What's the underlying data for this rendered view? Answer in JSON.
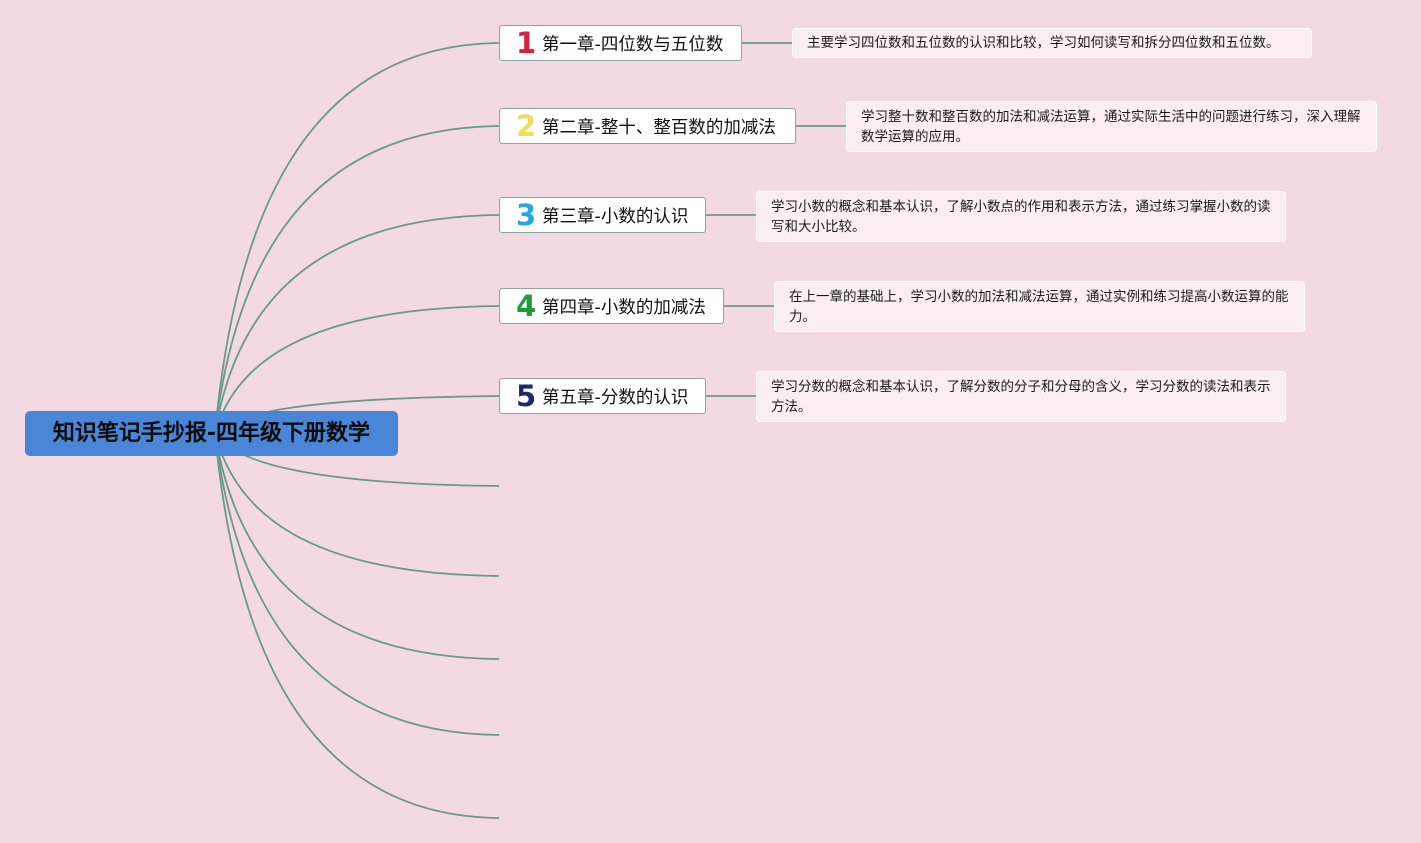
{
  "root": {
    "title": "知识笔记手抄报-四年级下册数学"
  },
  "style": {
    "line_color": "#6a9a8a",
    "root_bg": "#4a86d8",
    "bg": "#f3d9e1"
  },
  "chapters": [
    {
      "num": "1",
      "num_color": "#d4213d",
      "title": "第一章-四位数与五位数",
      "desc": "主要学习四位数和五位数的认识和比较，学习如何读写和拆分四位数和五位数。"
    },
    {
      "num": "2",
      "num_color": "#f2dc5a",
      "title": "第二章-整十、整百数的加减法",
      "desc": "学习整十数和整百数的加法和减法运算，通过实际生活中的问题进行练习，深入理解数学运算的应用。"
    },
    {
      "num": "3",
      "num_color": "#27a7e0",
      "title": "第三章-小数的认识",
      "desc": "学习小数的概念和基本认识，了解小数点的作用和表示方法，通过练习掌握小数的读写和大小比较。"
    },
    {
      "num": "4",
      "num_color": "#1e9c3a",
      "title": "第四章-小数的加减法",
      "desc": "在上一章的基础上，学习小数的加法和减法运算，通过实例和练习提高小数运算的能力。"
    },
    {
      "num": "5",
      "num_color": "#1d2a6e",
      "title": "第五章-分数的认识",
      "desc": "学习分数的概念和基本认识，了解分数的分子和分母的含义，学习分数的读法和表示方法。"
    }
  ]
}
